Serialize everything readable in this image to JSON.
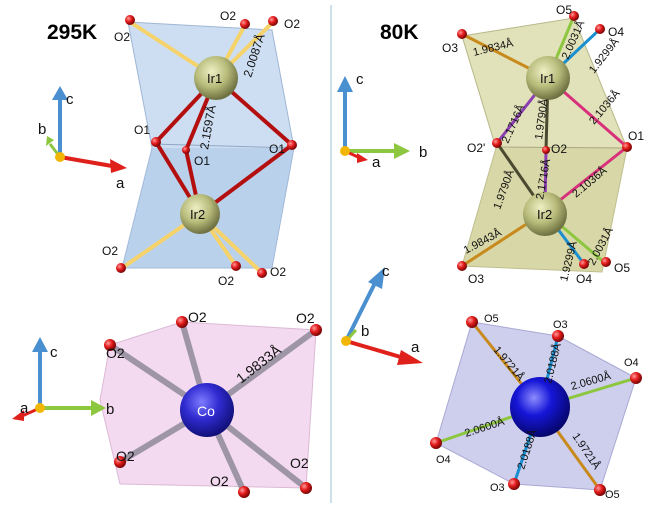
{
  "panels": {
    "p295": {
      "temp": "295K",
      "ion1": "Ir1",
      "ion2": "Ir2",
      "bond_short": "2.0087Å",
      "bond_long": "2.1597Å",
      "oxygen": {
        "o1a": "O1",
        "o1b": "O1",
        "o1c": "O1",
        "o2a": "O2",
        "o2b": "O2",
        "o2c": "O2",
        "o2d": "O2",
        "o2e": "O2",
        "o2f": "O2"
      },
      "axes": {
        "a": "a",
        "b": "b",
        "c": "c"
      }
    },
    "p80": {
      "temp": "80K",
      "ion1": "Ir1",
      "ion2": "Ir2",
      "bonds": {
        "b1": "1.9834Å",
        "b2": "2.0031Å",
        "b3": "1.9299Å",
        "b4": "2.1716Å",
        "b5": "1.9790Å",
        "b6": "2.1036Å",
        "b7": "2.1716Å",
        "b8": "1.9790Å",
        "b9": "2.1036Å",
        "b10": "1.9843Å",
        "b11": "1.9299Å",
        "b12": "2.0031Å"
      },
      "oxygen": {
        "o3a": "O3",
        "o5a": "O5",
        "o4a": "O4",
        "o2p": "O2'",
        "o2": "O2",
        "o1": "O1",
        "o3b": "O3",
        "o4b": "O4",
        "o5b": "O5"
      },
      "axes": {
        "a": "a",
        "b": "b",
        "c": "c"
      }
    },
    "co": {
      "ion": "Co",
      "bond": "1.9833Å",
      "oxygen": {
        "t1": "O2",
        "t2": "O2",
        "t3": "O2",
        "b1": "O2",
        "b2": "O2",
        "b3": "O2"
      },
      "axes": {
        "a": "a",
        "b": "b",
        "c": "c"
      }
    },
    "ir80oct": {
      "bonds": {
        "b1": "1.9721Å",
        "b2": "2.0188Å",
        "b3": "2.0600Å",
        "b4": "2.0600Å",
        "b5": "2.0188Å",
        "b6": "1.9721Å"
      },
      "oxygen": {
        "o5a": "O5",
        "o3a": "O3",
        "o4a": "O4",
        "o4b": "O4",
        "o3b": "O3",
        "o5b": "O5"
      },
      "axes": {
        "a": "a",
        "b": "b",
        "c": "c"
      }
    }
  },
  "colors": {
    "arrow_c": "#4a8fd0",
    "arrow_b": "#8dc63f",
    "arrow_a": "#e0201b",
    "divider": "#9ec3d6"
  }
}
